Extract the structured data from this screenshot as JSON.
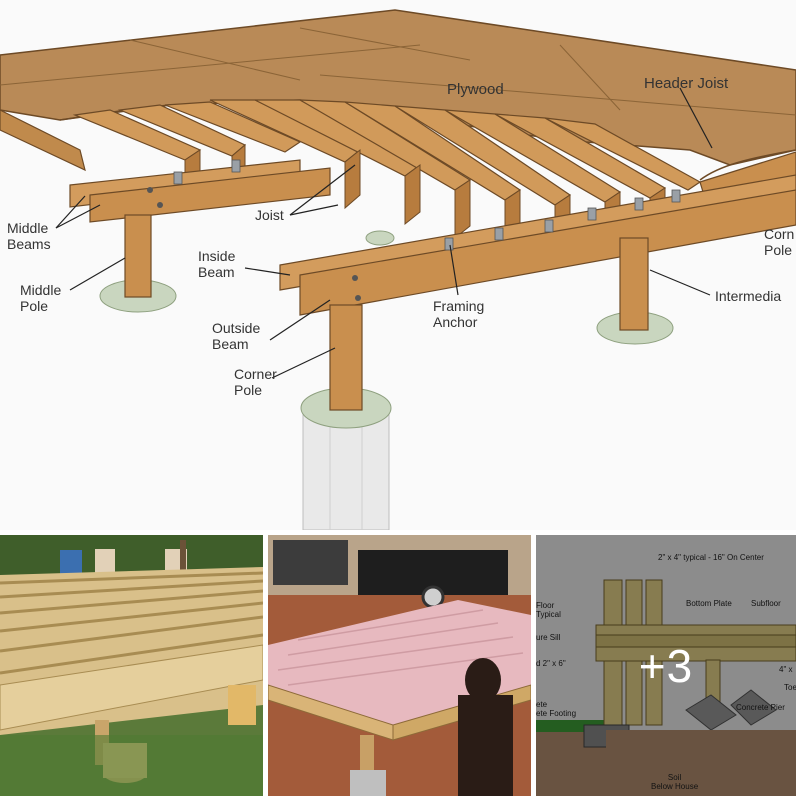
{
  "main_diagram": {
    "labels": {
      "plywood": "Plywood",
      "header_joist": "Header Joist",
      "middle_beams": "Middle\nBeams",
      "middle_pole": "Middle\nPole",
      "joist": "Joist",
      "inside_beam": "Inside\nBeam",
      "outside_beam": "Outside\nBeam",
      "framing_anchor": "Framing\nAnchor",
      "corner_pole_front": "Corner\nPole",
      "corner_pole_right": "Corn\nPole",
      "intermediate": "Intermedia"
    },
    "colors": {
      "wood": "#c98f4e",
      "wood_dark": "#8a5a2b",
      "plywood": "#b98a57",
      "footing": "#c9d6bf",
      "pipe": "#e9e9e9"
    }
  },
  "thumbnails": [
    {
      "description_icon": "deck-frame-photo"
    },
    {
      "description_icon": "insulated-floor-photo"
    },
    {
      "description_icon": "floor-section-diagram",
      "labels": {
        "stud": "2\" x 4\" typical - 16\" On Center",
        "bottom_plate": "Bottom Plate",
        "subfloor": "Subfloor",
        "floor_typical": "Floor\nTypical",
        "sill": "ure Sill",
        "joist": "d 2\" x 6\"",
        "footing": "ete\nete Footing",
        "pier": "Concrete Pier",
        "post": "4\" x",
        "toe": "Toe",
        "soil": "Soil\nBelow House"
      }
    }
  ],
  "more_overlay": {
    "label": "+3"
  }
}
